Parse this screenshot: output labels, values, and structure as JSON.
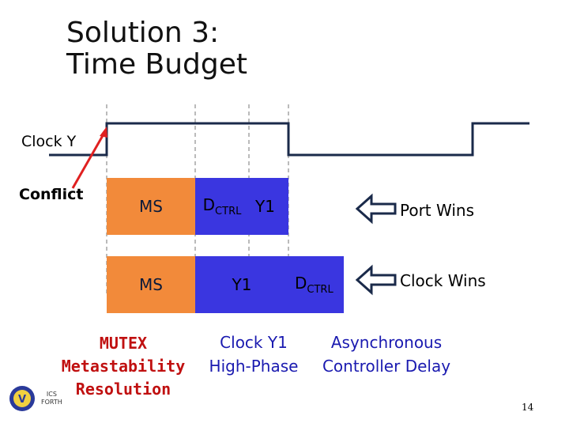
{
  "title": "Solution 3:\nTime Budget",
  "labels": {
    "clock": "Clock Y",
    "conflict": "Conflict"
  },
  "row1": {
    "ms": "MS",
    "dctrl_main": "D",
    "dctrl_sub": "CTRL",
    "y1": "Y1",
    "outcome": "Port Wins"
  },
  "row2": {
    "ms": "MS",
    "y1": "Y1",
    "dctrl_main": "D",
    "dctrl_sub": "CTRL",
    "outcome": "Clock Wins"
  },
  "captions": {
    "mutex": "MUTEX\nMetastability\nResolution",
    "clock_phase": "Clock Y1\nHigh-Phase",
    "async": "Asynchronous\nController Delay"
  },
  "logo": {
    "text_line1": "ICS",
    "text_line2": "FORTH"
  },
  "page_number": "14",
  "colors": {
    "ms_box": "#f28a3a",
    "blue_box": "#3a36e0",
    "conflict_arrow": "#e02020",
    "caption_red": "#c01010",
    "caption_blue": "#1a1ab0"
  }
}
